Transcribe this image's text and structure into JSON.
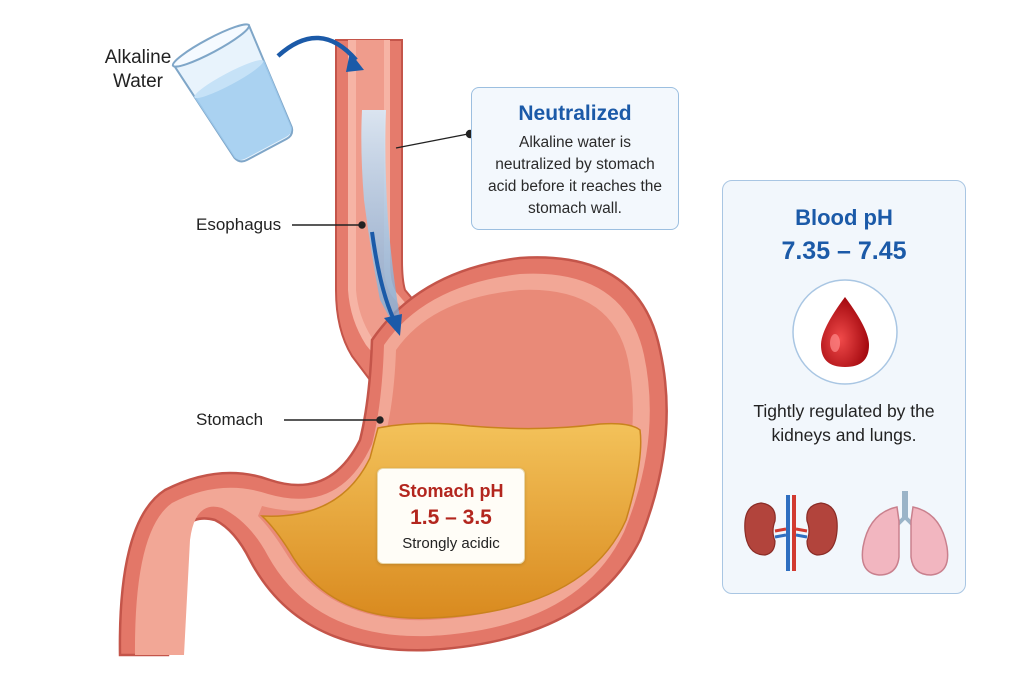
{
  "labels": {
    "water": "Alkaline Water",
    "esophagus": "Esophagus",
    "stomach": "Stomach"
  },
  "neutralized": {
    "title": "Neutralized",
    "body": "Alkaline water is neutralized by stomach acid before it reaches the stomach wall."
  },
  "stomach_ph": {
    "title": "Stomach pH",
    "range": "1.5 – 3.5",
    "description": "Strongly acidic"
  },
  "blood_ph": {
    "title": "Blood pH",
    "range": "7.35 – 7.45",
    "description": "Tightly regulated by the kidneys and lungs."
  },
  "icons": [
    "water-glass-icon",
    "flow-arrow-icon",
    "blood-drop-icon",
    "kidneys-icon",
    "lungs-icon"
  ],
  "colors": {
    "accent_blue": "#1b5aa8",
    "acid_red": "#b3261e",
    "tissue": "#e8897a",
    "acid_fluid": "#e8a43a",
    "water": "#a9d3f2"
  }
}
